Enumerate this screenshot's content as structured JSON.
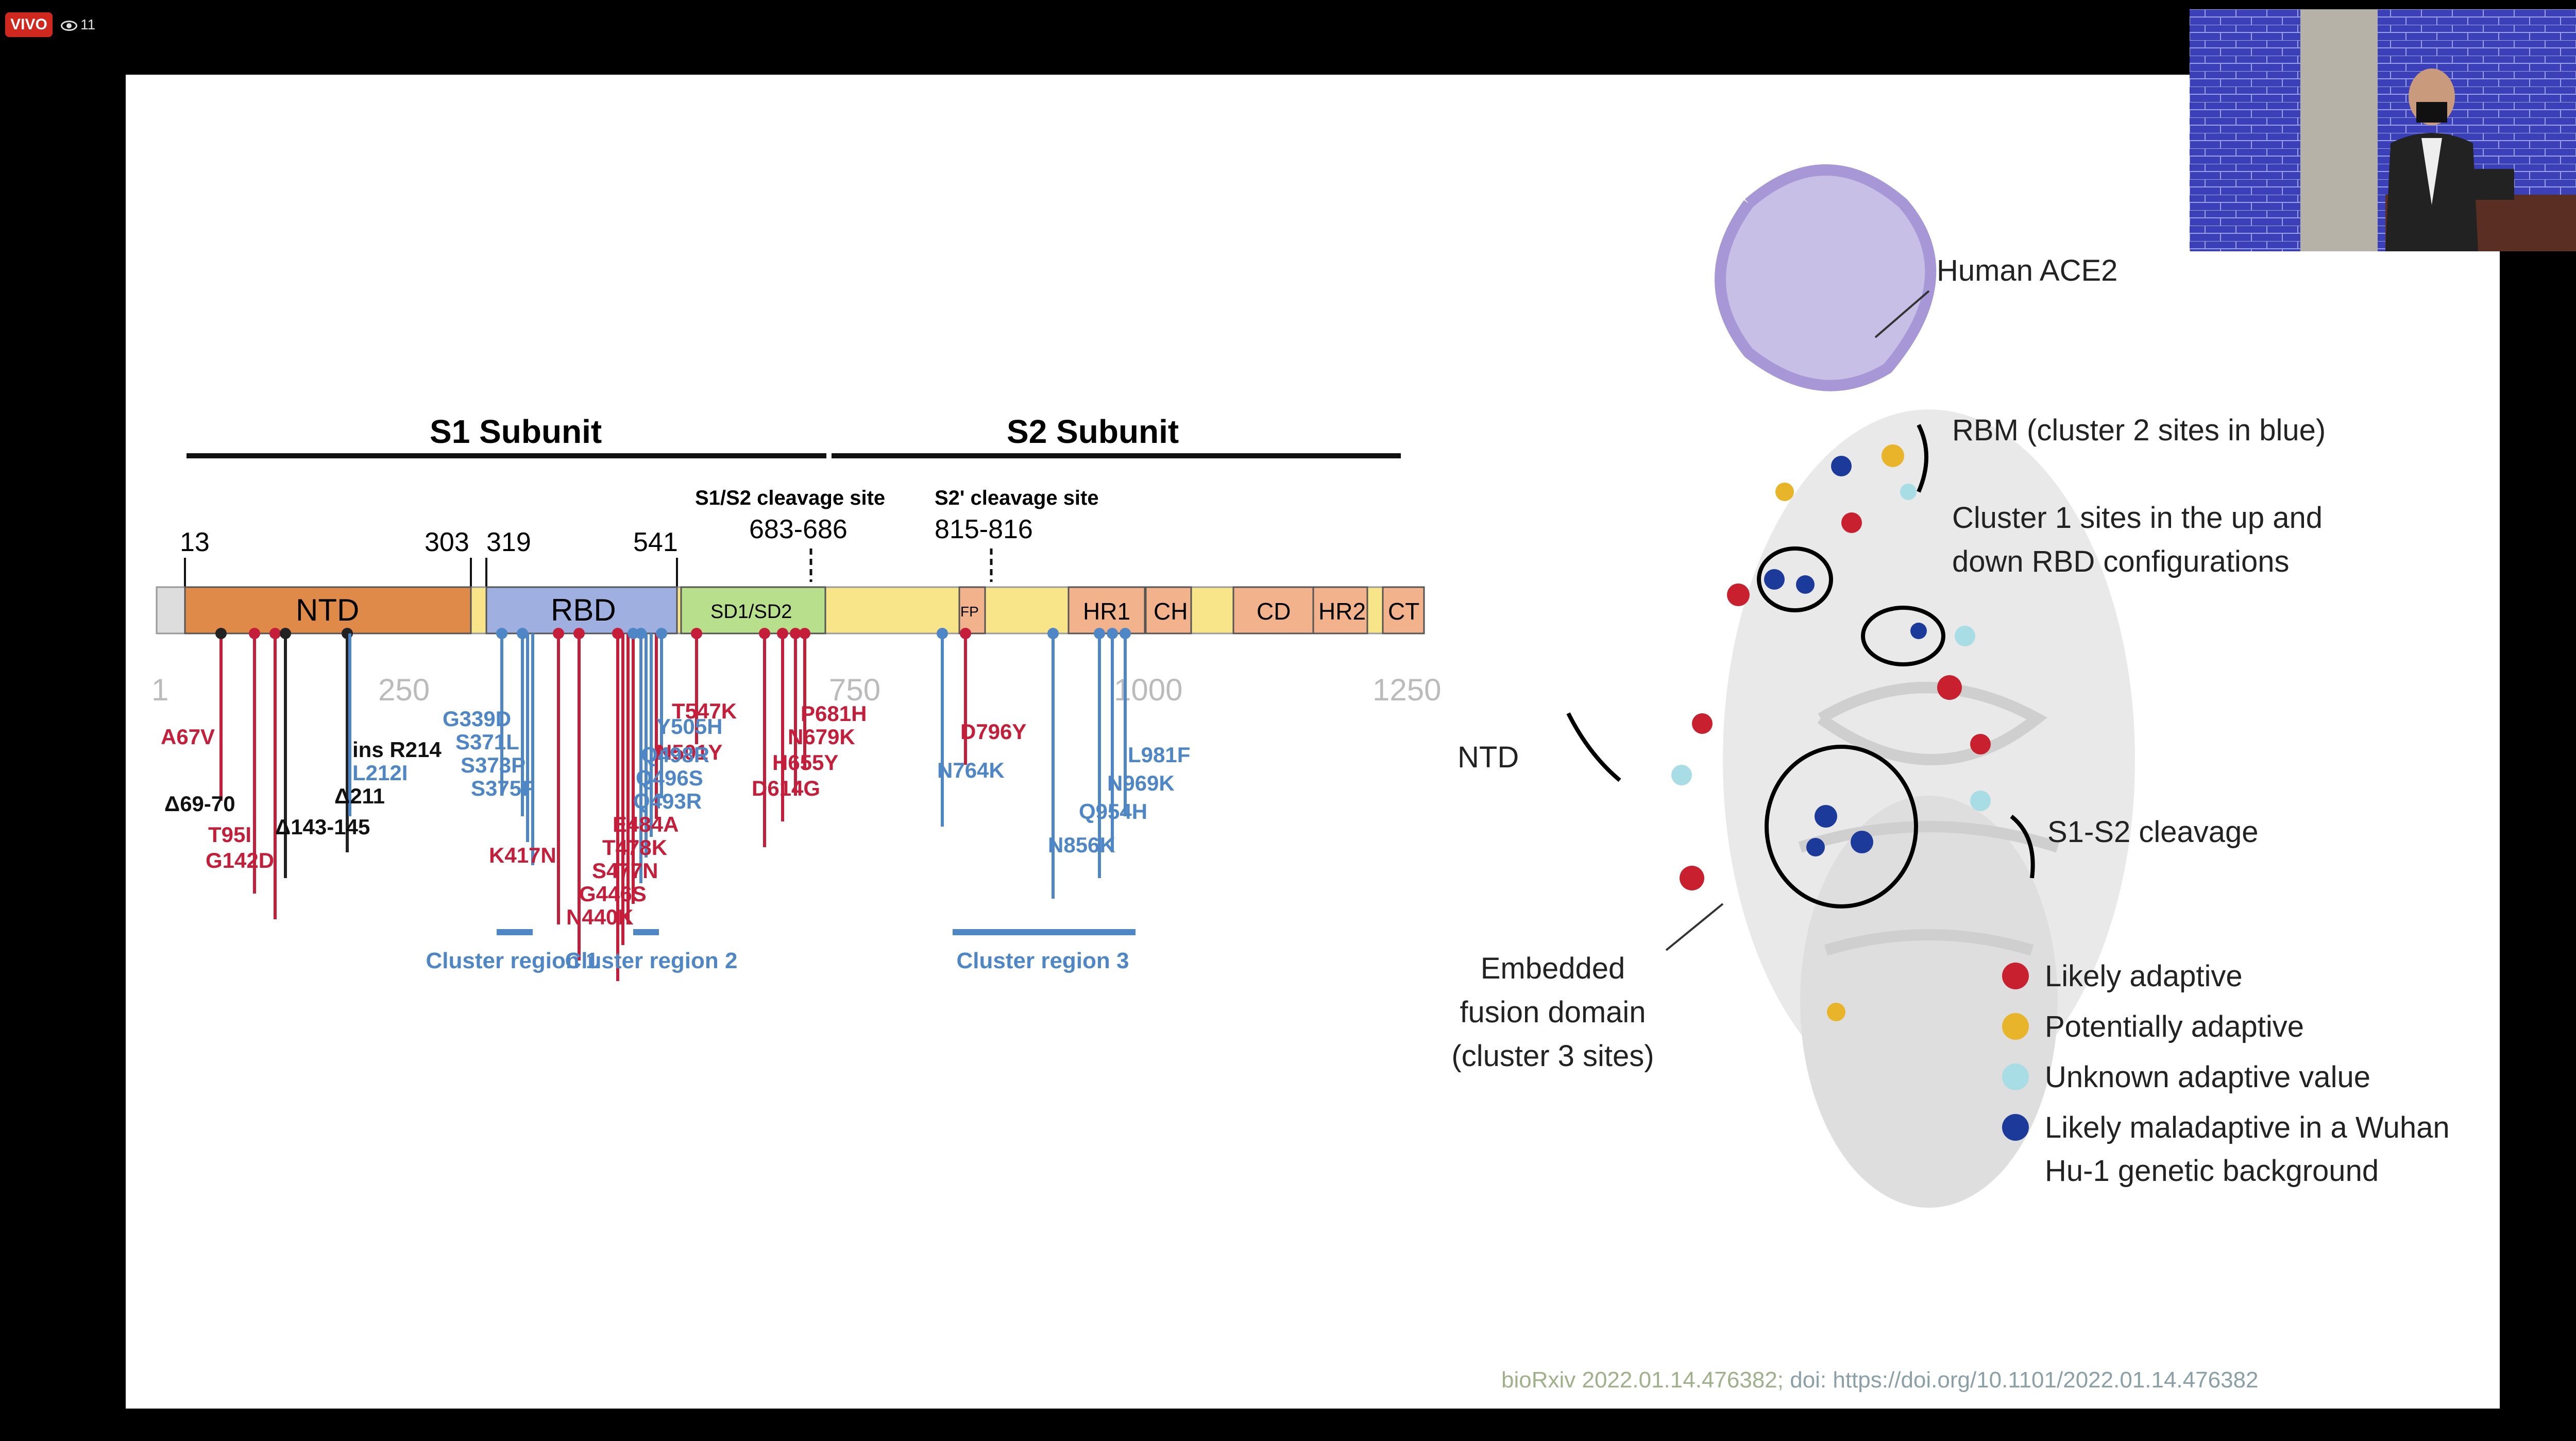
{
  "stream": {
    "live_label": "VIVO",
    "viewer_count": "11"
  },
  "slide": {
    "citation_journal": "bioRxiv 2022.01.14.476382;",
    "citation_doi": "doi: https://doi.org/10.1101/2022.01.14.476382",
    "subunits": [
      "S1 Subunit",
      "S2 Subunit"
    ],
    "cleavage_labels": {
      "s1s2_title": "S1/S2 cleavage site",
      "s1s2_pos": "683-686",
      "s2p_title": "S2' cleavage site",
      "s2p_pos": "815-816"
    },
    "boundary_numbers": [
      "13",
      "303",
      "319",
      "541"
    ],
    "domains": [
      "NTD",
      "RBD",
      "SD1/SD2",
      "FP",
      "HR1",
      "CH",
      "CD",
      "HR2",
      "CT"
    ],
    "axis_ticks": [
      "1",
      "250",
      "750",
      "1000",
      "1250"
    ],
    "mutations_red": [
      "A67V",
      "T95I",
      "G142D",
      "K417N",
      "N440K",
      "G446S",
      "S477N",
      "T478K",
      "E484A",
      "N501Y",
      "T547K",
      "D614G",
      "H655Y",
      "N679K",
      "P681H",
      "D796Y"
    ],
    "mutations_blue": [
      "G339D",
      "S371L",
      "S373P",
      "S375F",
      "Q493R",
      "Q496S",
      "Q498R",
      "Y505H",
      "L212I",
      "N764K",
      "N856K",
      "Q954H",
      "N969K",
      "L981F"
    ],
    "mutations_black": [
      "Δ69-70",
      "Δ143-145",
      "Δ211",
      "ins R214"
    ],
    "clusters": [
      "Cluster region 1",
      "Cluster region 2",
      "Cluster region 3"
    ],
    "structure_labels": {
      "ace2": "Human ACE2",
      "rbm": "RBM (cluster 2 sites in blue)",
      "cluster1_line1": "Cluster 1 sites in the up and",
      "cluster1_line2": "down RBD configurations",
      "ntd": "NTD",
      "s1s2": "S1-S2 cleavage",
      "embedded_line1": "Embedded",
      "embedded_line2": "fusion domain",
      "embedded_line3": "(cluster 3 sites)"
    },
    "legend": [
      {
        "label": "Likely adaptive",
        "color": "#c8202e"
      },
      {
        "label": "Potentially adaptive",
        "color": "#e8b42a"
      },
      {
        "label": "Unknown adaptive value",
        "color": "#a8dde6"
      },
      {
        "label": "Likely maladaptive in a Wuhan",
        "label2": "Hu-1 genetic background",
        "color": "#1c3a9a"
      }
    ]
  },
  "colors": {
    "red": "#c41e3a",
    "blue": "#4f86c6",
    "ntd": "#e08a4a",
    "rbd": "#9fb0e0",
    "sd": "#b8e08c",
    "s2": "#f8e58a",
    "peach": "#f2b28c"
  }
}
